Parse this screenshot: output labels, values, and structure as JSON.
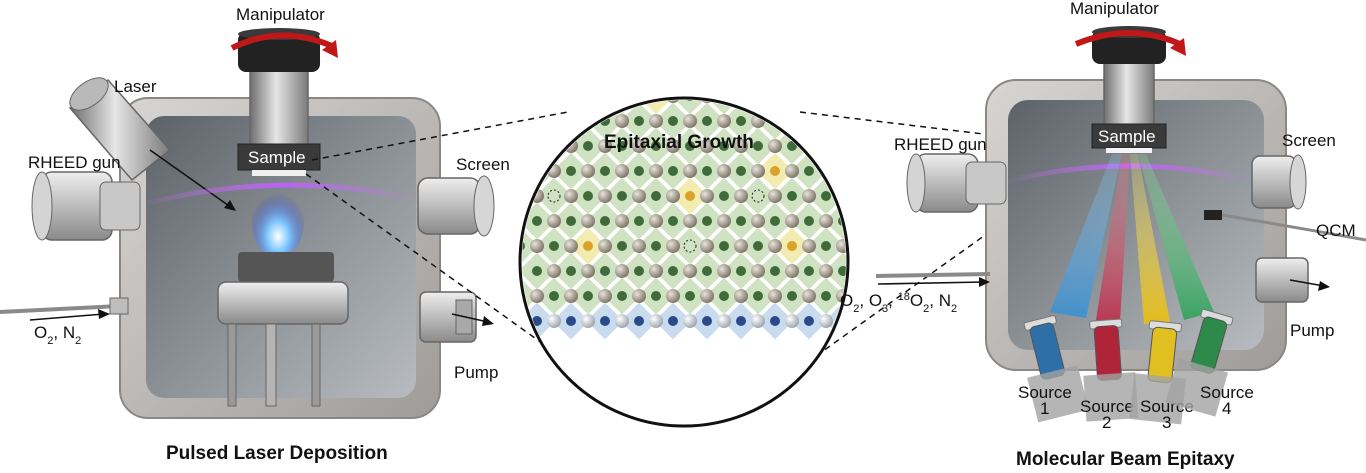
{
  "left_system": {
    "title": "Pulsed Laser Deposition",
    "manipulator": "Manipulator",
    "laser": "Laser",
    "rheed_gun": "RHEED gun",
    "sample": "Sample",
    "screen": "Screen",
    "pump": "Pump",
    "gas_main": "O",
    "gas_parts": [
      {
        "base": "O",
        "sub": "2",
        "sep": ", "
      },
      {
        "base": "N",
        "sub": "2",
        "sep": ""
      }
    ]
  },
  "center_inset": {
    "title": "Epitaxial Growth",
    "colors": {
      "green_tile": "#cfe3c2",
      "yellow_tile": "#f3ecb0",
      "blue_tile": "#c9dbef",
      "green_atom": "#3f6b3a",
      "yellow_atom": "#d9a32a",
      "blue_atom": "#2a4a8a",
      "grey_atom": "#8a7f70"
    }
  },
  "right_system": {
    "title": "Molecular Beam Epitaxy",
    "manipulator": "Manipulator",
    "rheed_gun": "RHEED gun",
    "sample": "Sample",
    "screen": "Screen",
    "qcm": "QCM",
    "pump": "Pump",
    "gas_parts": [
      {
        "sup": "",
        "base": "O",
        "sub": "2",
        "sep": ", "
      },
      {
        "sup": "",
        "base": "O",
        "sub": "3",
        "sep": ", "
      },
      {
        "sup": "18",
        "base": "O",
        "sub": "2",
        "sep": ", "
      },
      {
        "sup": "",
        "base": "N",
        "sub": "2",
        "sep": ""
      }
    ],
    "sources": [
      {
        "label": "Source",
        "num": "1",
        "color": "#2f6fa8"
      },
      {
        "label": "Source",
        "num": "2",
        "color": "#b0243a"
      },
      {
        "label": "Source",
        "num": "3",
        "color": "#e0c020"
      },
      {
        "label": "Source",
        "num": "4",
        "color": "#2e8a4a"
      }
    ]
  }
}
